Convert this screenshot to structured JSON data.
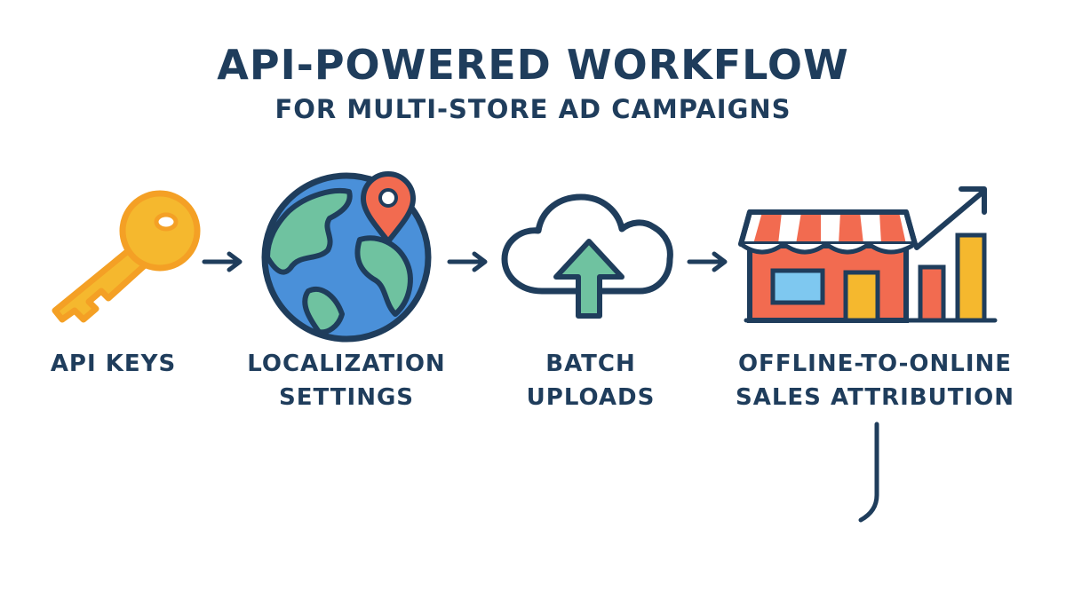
{
  "header": {
    "title": "API-POWERED WORKFLOW",
    "subtitle": "FOR MULTI-STORE AD CAMPAIGNS"
  },
  "steps": [
    {
      "label_lines": [
        "API KEYS"
      ],
      "icon": "key-icon",
      "color": "#f5b82e"
    },
    {
      "label_lines": [
        "LOCALIZATION",
        "SETTINGS"
      ],
      "icon": "globe-pin-icon",
      "color": "#4a90d9"
    },
    {
      "label_lines": [
        "BATCH",
        "UPLOADS"
      ],
      "icon": "cloud-upload-icon",
      "color": "#6fc2a0"
    },
    {
      "label_lines": [
        "OFFLINE-TO-ONLINE",
        "SALES ATTRIBUTION"
      ],
      "icon": "store-chart-icon",
      "color": "#f26b50"
    }
  ],
  "colors": {
    "outline": "#1f3d5c",
    "key": "#f5b82e",
    "key_stroke": "#f4a025",
    "ocean": "#4a90d9",
    "land": "#6fc2a0",
    "pin": "#f26b50",
    "awning_red": "#f26b50",
    "awning_white": "#ffffff",
    "window": "#7ec8f0",
    "bar_orange": "#f26b50",
    "bar_yellow": "#f5b82e"
  }
}
